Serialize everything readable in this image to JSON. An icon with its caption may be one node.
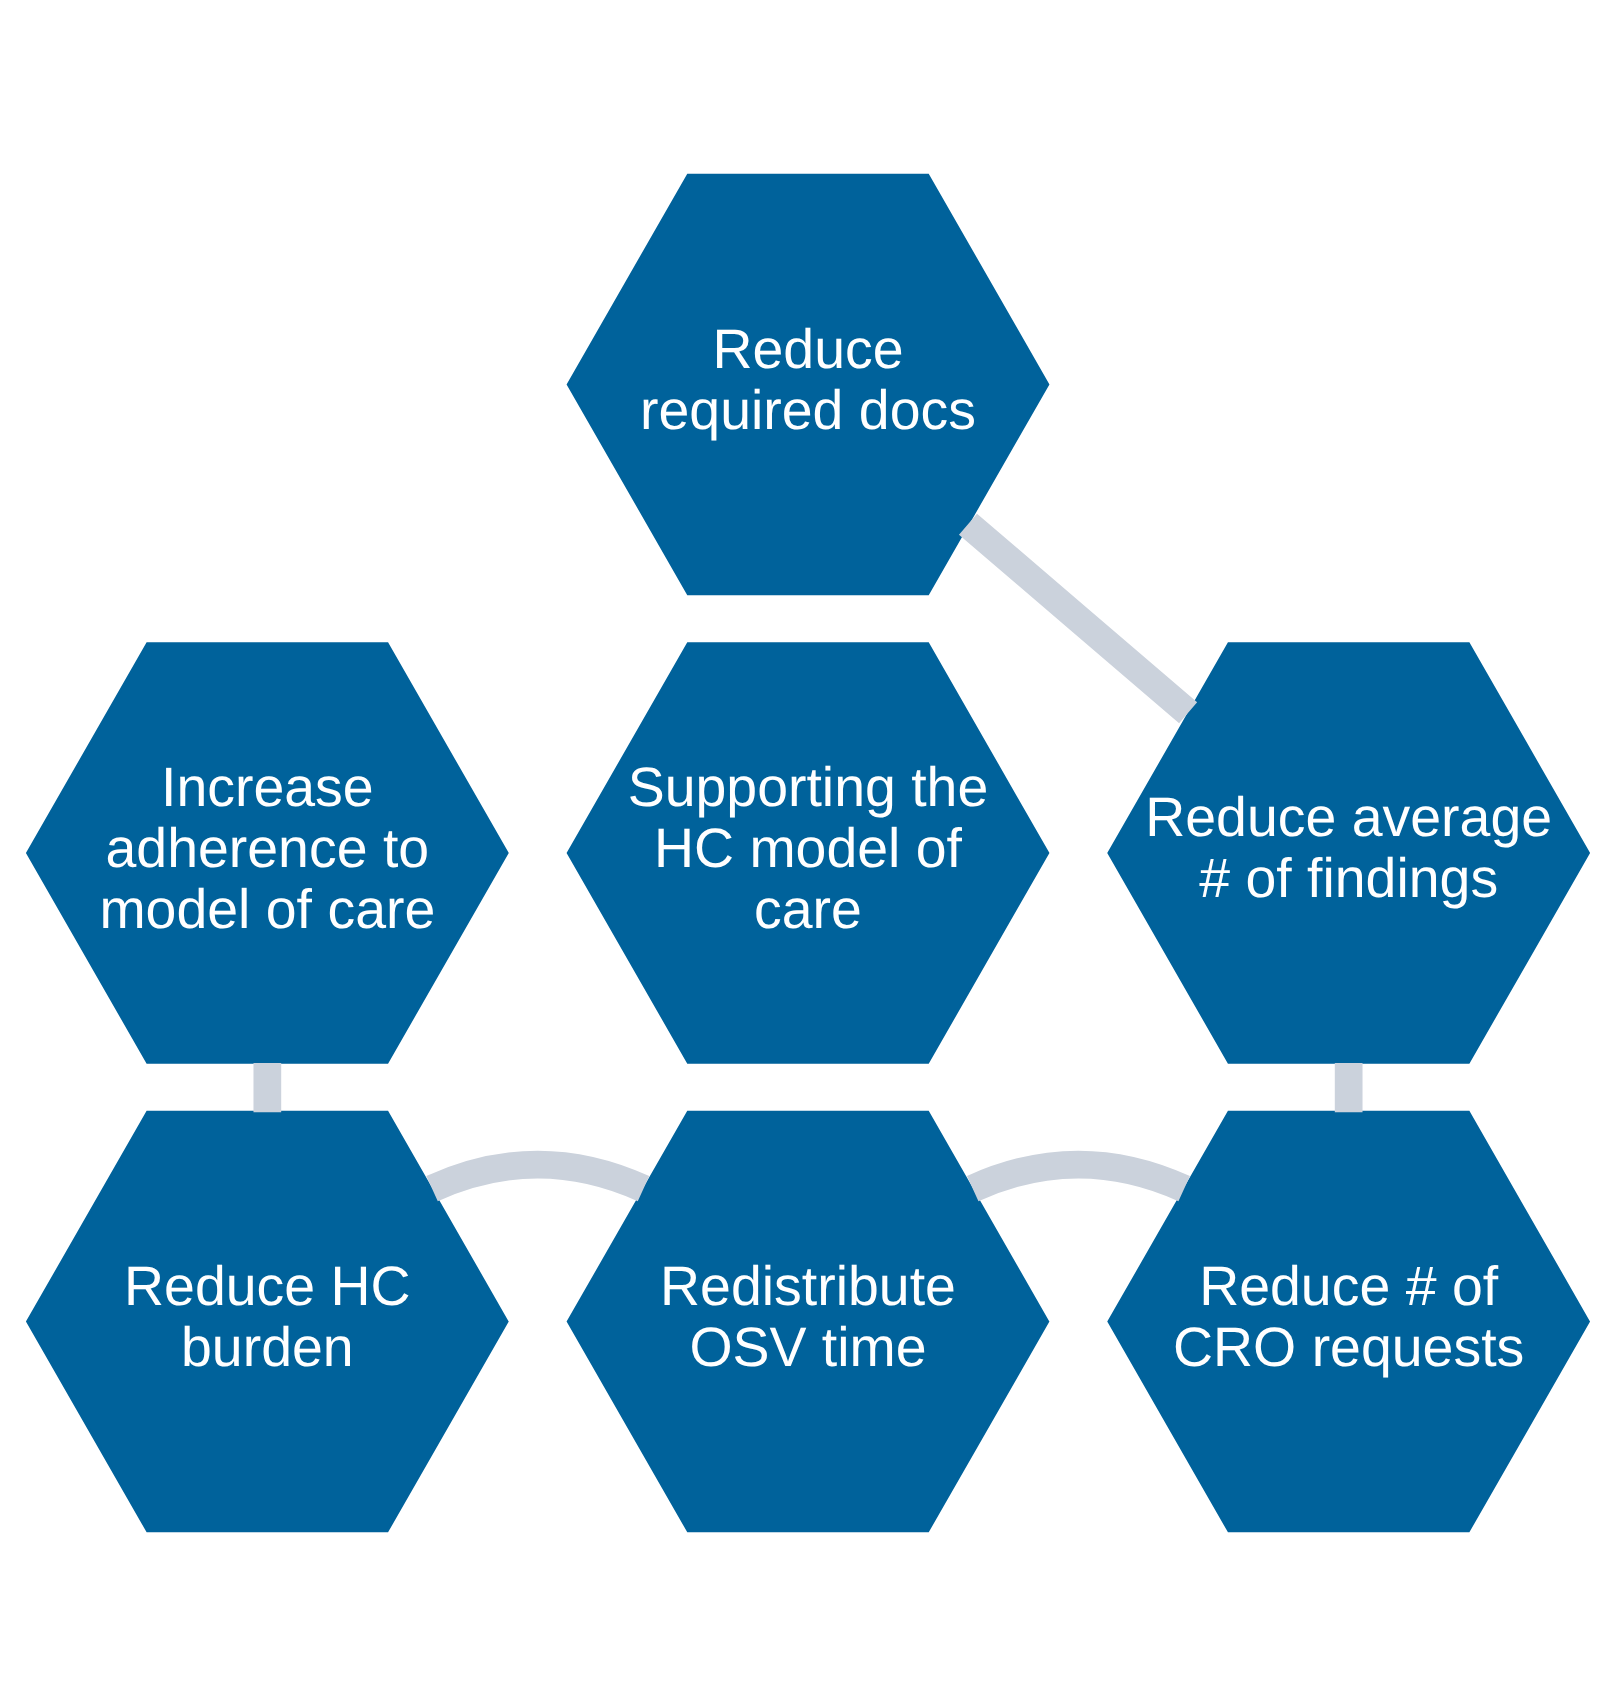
{
  "diagram": {
    "nodes": [
      {
        "text": [
          "Reduce required docs"
        ]
      },
      {
        "text": [
          "Increase adherence to model of care"
        ]
      },
      {
        "text": [
          "Reduce average # of findings"
        ]
      },
      {
        "text": [
          "Supporting the HC model of care"
        ]
      },
      {
        "text": [
          "Reduce HC burden"
        ]
      },
      {
        "text": [
          "Reduce # of CRO requests"
        ]
      },
      {
        "text": [
          "Redistribute OSV time"
        ]
      }
    ],
    "edges": [
      {
        "from": 0,
        "to": 2,
        "arrow": "none"
      },
      {
        "from": 2,
        "to": 5,
        "arrow": "none"
      },
      {
        "from": 5,
        "to": 6,
        "arrow": "none"
      },
      {
        "from": 6,
        "to": 4,
        "arrow": "none"
      },
      {
        "from": 4,
        "to": 1,
        "arrow": "none"
      }
    ]
  }
}
